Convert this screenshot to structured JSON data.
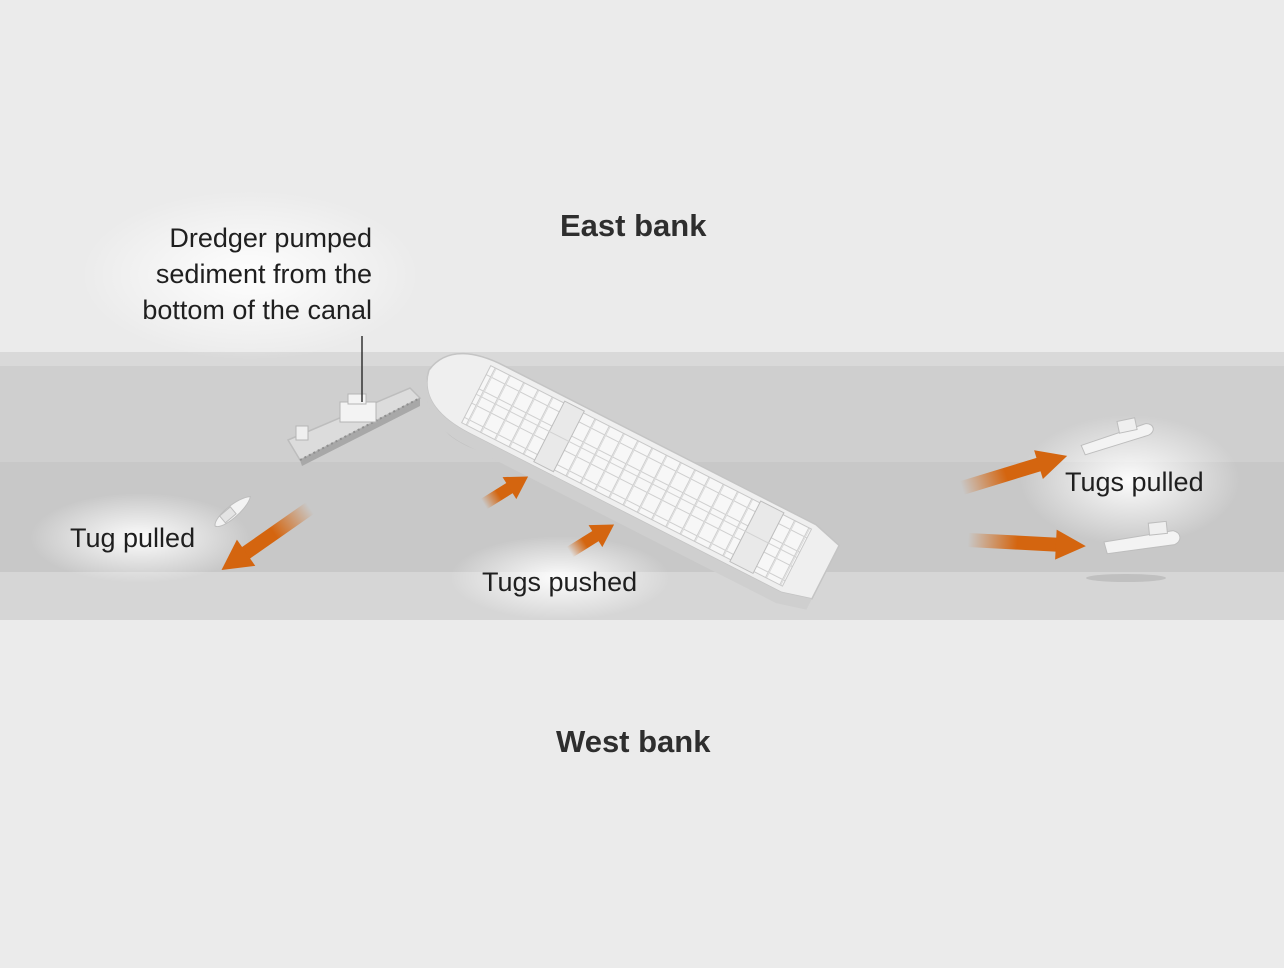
{
  "banks": {
    "east": "East bank",
    "west": "West bank"
  },
  "labels": {
    "dredger": "Dredger pumped sediment from the bottom of the canal",
    "tug_pulled": "Tug pulled",
    "tugs_pushed": "Tugs pushed",
    "tugs_pulled": "Tugs pulled"
  },
  "colors": {
    "background": "#ebebeb",
    "canal_far": "#d2d2d2",
    "canal_water": "#c9c9c9",
    "canal_near": "#d8d8d8",
    "arrow": "#d4650f",
    "vessel": "#f2f2f2",
    "text": "#1f1f1f"
  }
}
